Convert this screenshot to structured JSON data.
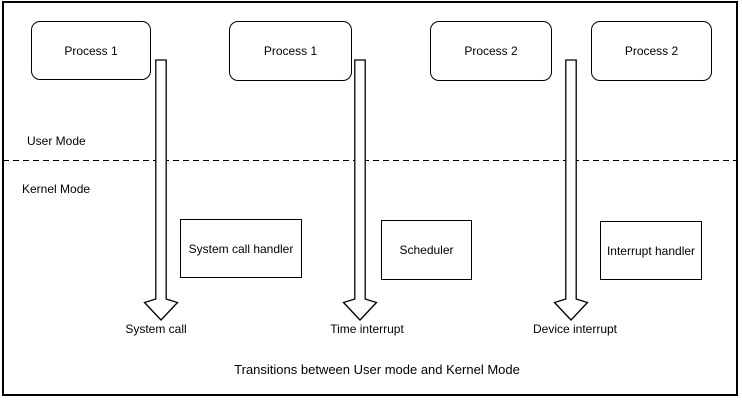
{
  "diagram": {
    "caption": "Transitions between User mode and Kernel Mode",
    "modes": {
      "user_label": "User Mode",
      "kernel_label": "Kernel Mode"
    },
    "process_boxes": [
      {
        "label": "Process 1"
      },
      {
        "label": "Process 1"
      },
      {
        "label": "Process 2"
      },
      {
        "label": "Process 2"
      }
    ],
    "kernel_boxes": [
      {
        "label": "System call handler"
      },
      {
        "label": "Scheduler"
      },
      {
        "label": "Interrupt handler"
      }
    ],
    "transitions": [
      {
        "label": "System call"
      },
      {
        "label": "Time interrupt"
      },
      {
        "label": "Device interrupt"
      }
    ],
    "colors": {
      "line": "#000000",
      "fill": "#ffffff"
    }
  }
}
